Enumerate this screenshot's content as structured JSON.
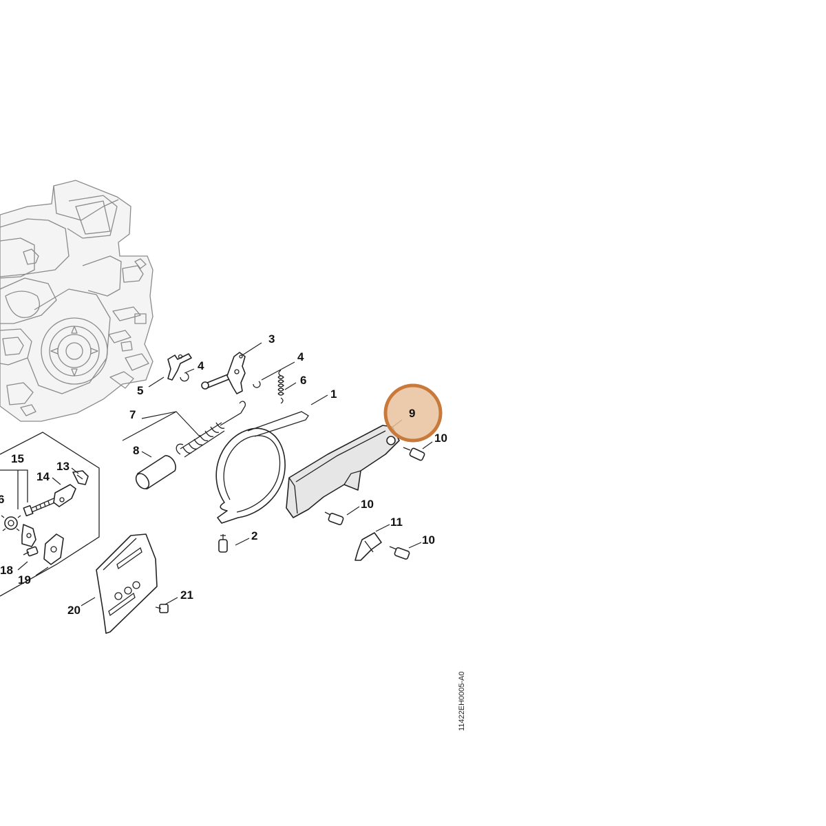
{
  "diagram": {
    "drawing_code": "11422EH0005-A0",
    "highlight": {
      "label": "9",
      "fill": "#e9c29e",
      "stroke": "#c97a3a"
    },
    "labels": {
      "p1": "1",
      "p2": "2",
      "p3": "3",
      "p4a": "4",
      "p4b": "4",
      "p5": "5",
      "p6a": "6",
      "p6b": "6",
      "p7": "7",
      "p8": "8",
      "p9": "9",
      "p10a": "10",
      "p10b": "10",
      "p10c": "10",
      "p11": "11",
      "p13": "13",
      "p14": "14",
      "p15": "15",
      "p18": "18",
      "p19": "19",
      "p20": "20",
      "p21": "21"
    }
  }
}
